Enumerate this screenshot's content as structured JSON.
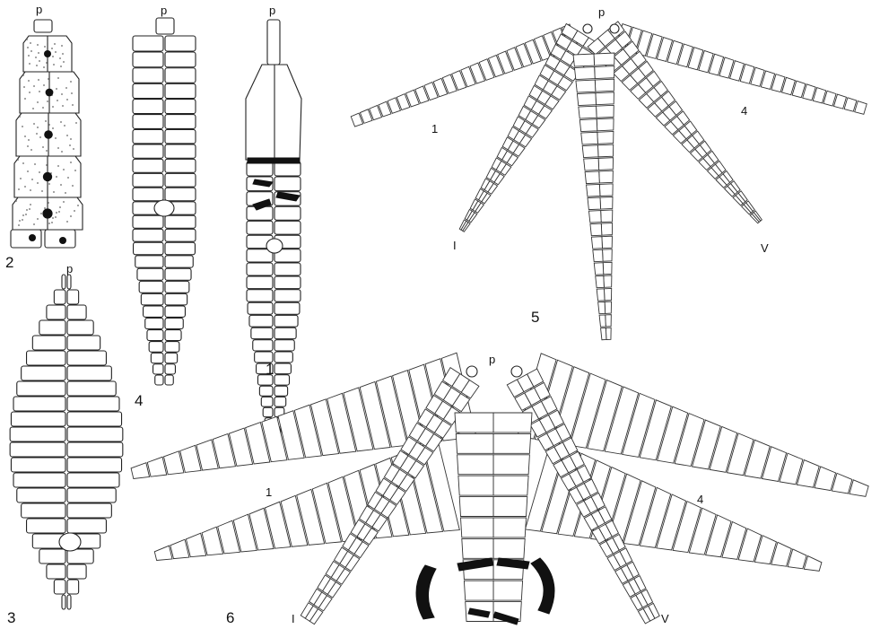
{
  "plate": {
    "figures": [
      {
        "id": "fig1",
        "number": "1",
        "poles": [
          "p"
        ]
      },
      {
        "id": "fig2",
        "number": "2",
        "poles": [
          "p"
        ]
      },
      {
        "id": "fig3",
        "number": "3",
        "poles": [
          "p"
        ]
      },
      {
        "id": "fig4",
        "number": "4",
        "poles": [
          "p"
        ]
      },
      {
        "id": "fig5",
        "number": "5",
        "poles": [
          "p"
        ],
        "arm_labels": [
          "1",
          "4",
          "I",
          "V"
        ]
      },
      {
        "id": "fig6",
        "number": "6",
        "poles": [
          "p"
        ],
        "arm_labels": [
          "1",
          "4",
          "I",
          "V"
        ]
      }
    ]
  },
  "colors": {
    "ink": "#111111",
    "paper": "#ffffff"
  }
}
